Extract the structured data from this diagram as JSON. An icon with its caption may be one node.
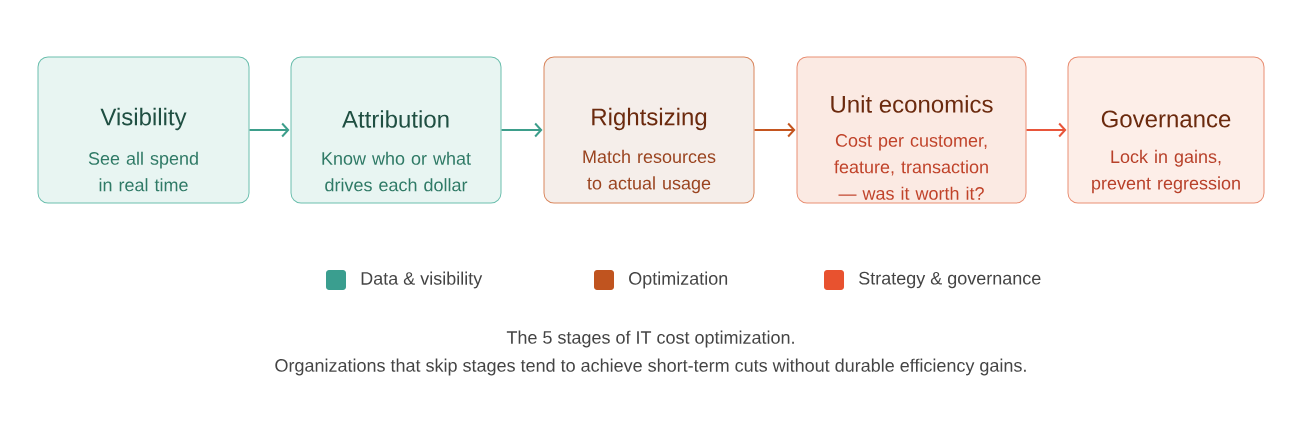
{
  "diagram": {
    "caption": "The 5 stages of IT cost optimization.",
    "nodes": [
      {
        "text": [
          "Visibility",
          "See all spend in real time"
        ]
      },
      {
        "text": [
          "Attribution",
          "Know who or what drives each dollar"
        ]
      },
      {
        "text": [
          "Rightsizing",
          "Match resources to actual usage"
        ]
      },
      {
        "text": [
          "Unit economics",
          "Cost per customer, feature, transaction — was it worth it?"
        ]
      },
      {
        "text": [
          "Governance",
          "Lock in gains, prevent regression"
        ]
      }
    ],
    "edges": [
      {
        "from": 0,
        "to": 1,
        "arrow": "to",
        "color": "#3d9e8b"
      },
      {
        "from": 1,
        "to": 2,
        "arrow": "to",
        "color": "#3d9e8b"
      },
      {
        "from": 2,
        "to": 3,
        "arrow": "to",
        "color": "#c4551f"
      },
      {
        "from": 3,
        "to": 4,
        "arrow": "to",
        "color": "#e8553a"
      }
    ],
    "labels": [
      "Organizations that skip stages tend to achieve short-term cuts without durable efficiency gains."
    ],
    "legend": [
      {
        "text": "Data & visibility",
        "color": "#3a9e8f"
      },
      {
        "text": "Optimization",
        "color": "#c0541f"
      },
      {
        "text": "Strategy & governance",
        "color": "#e8522f"
      }
    ]
  }
}
